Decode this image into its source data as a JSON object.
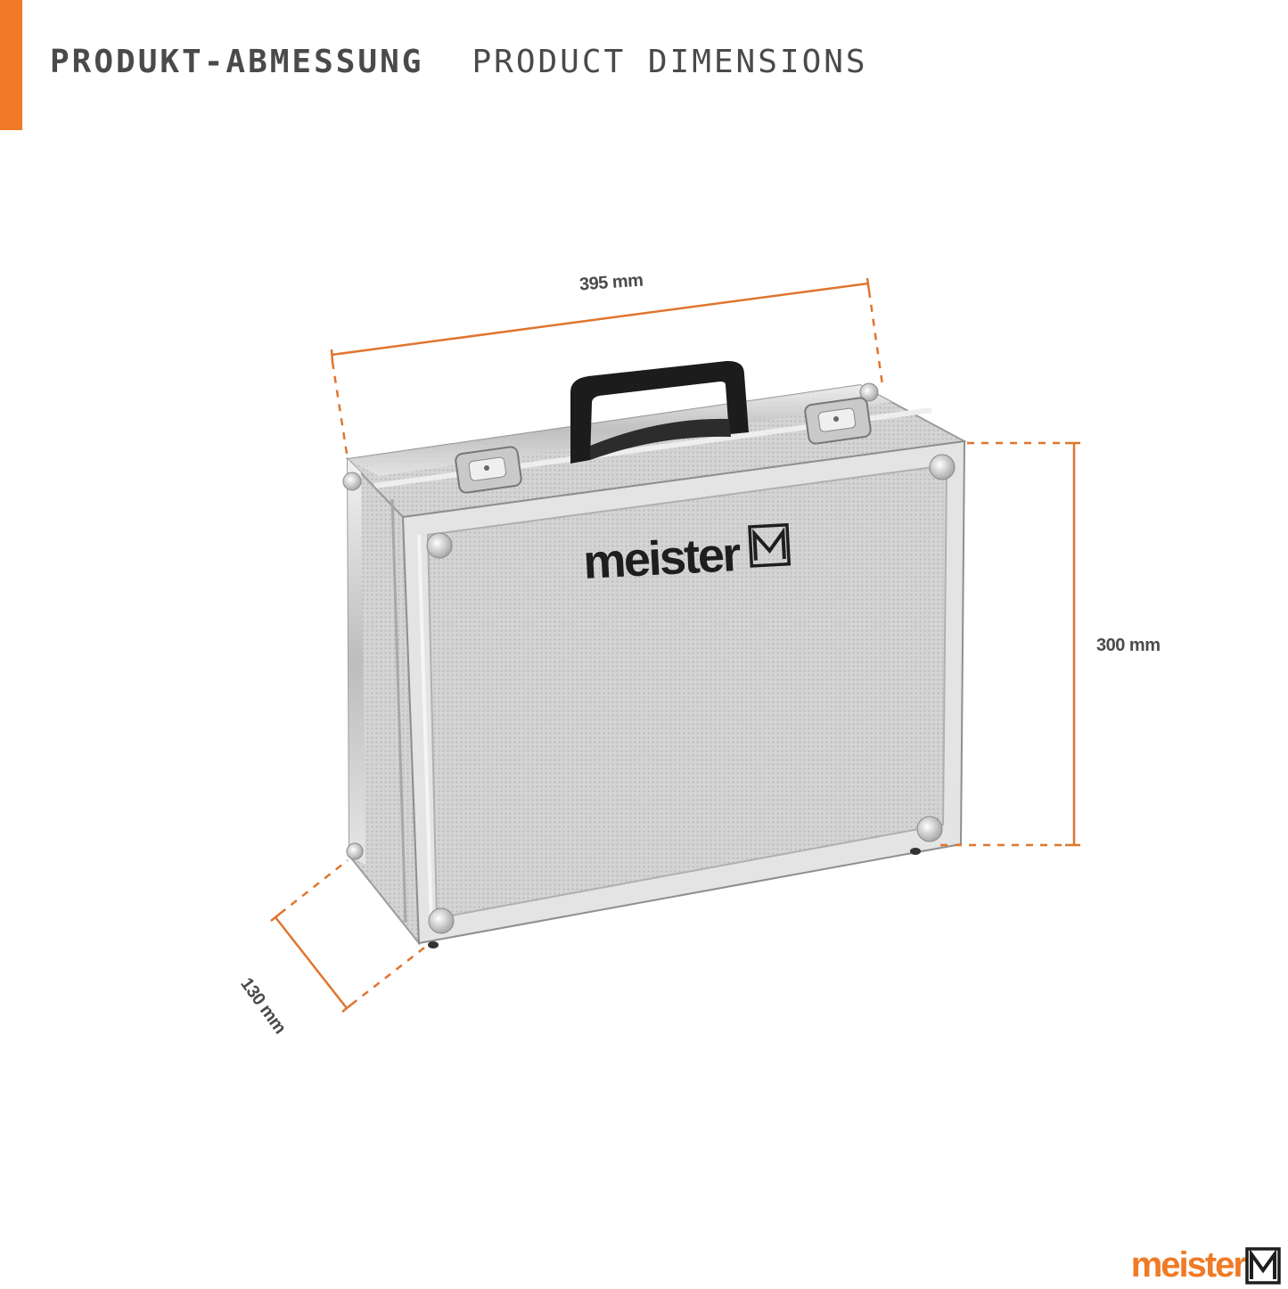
{
  "header": {
    "title_de": "PRODUKT-ABMESSUNG",
    "title_en": "PRODUCT DIMENSIONS"
  },
  "dimensions": {
    "width": "395 mm",
    "height": "300 mm",
    "depth": "130 mm"
  },
  "product": {
    "brand_text": "meister"
  },
  "footer": {
    "brand_text": "meister"
  },
  "colors": {
    "accent": "#f07a25",
    "text": "#4a4a4a",
    "case_silver": "#cfcfcf",
    "handle": "#1c1c1c"
  }
}
